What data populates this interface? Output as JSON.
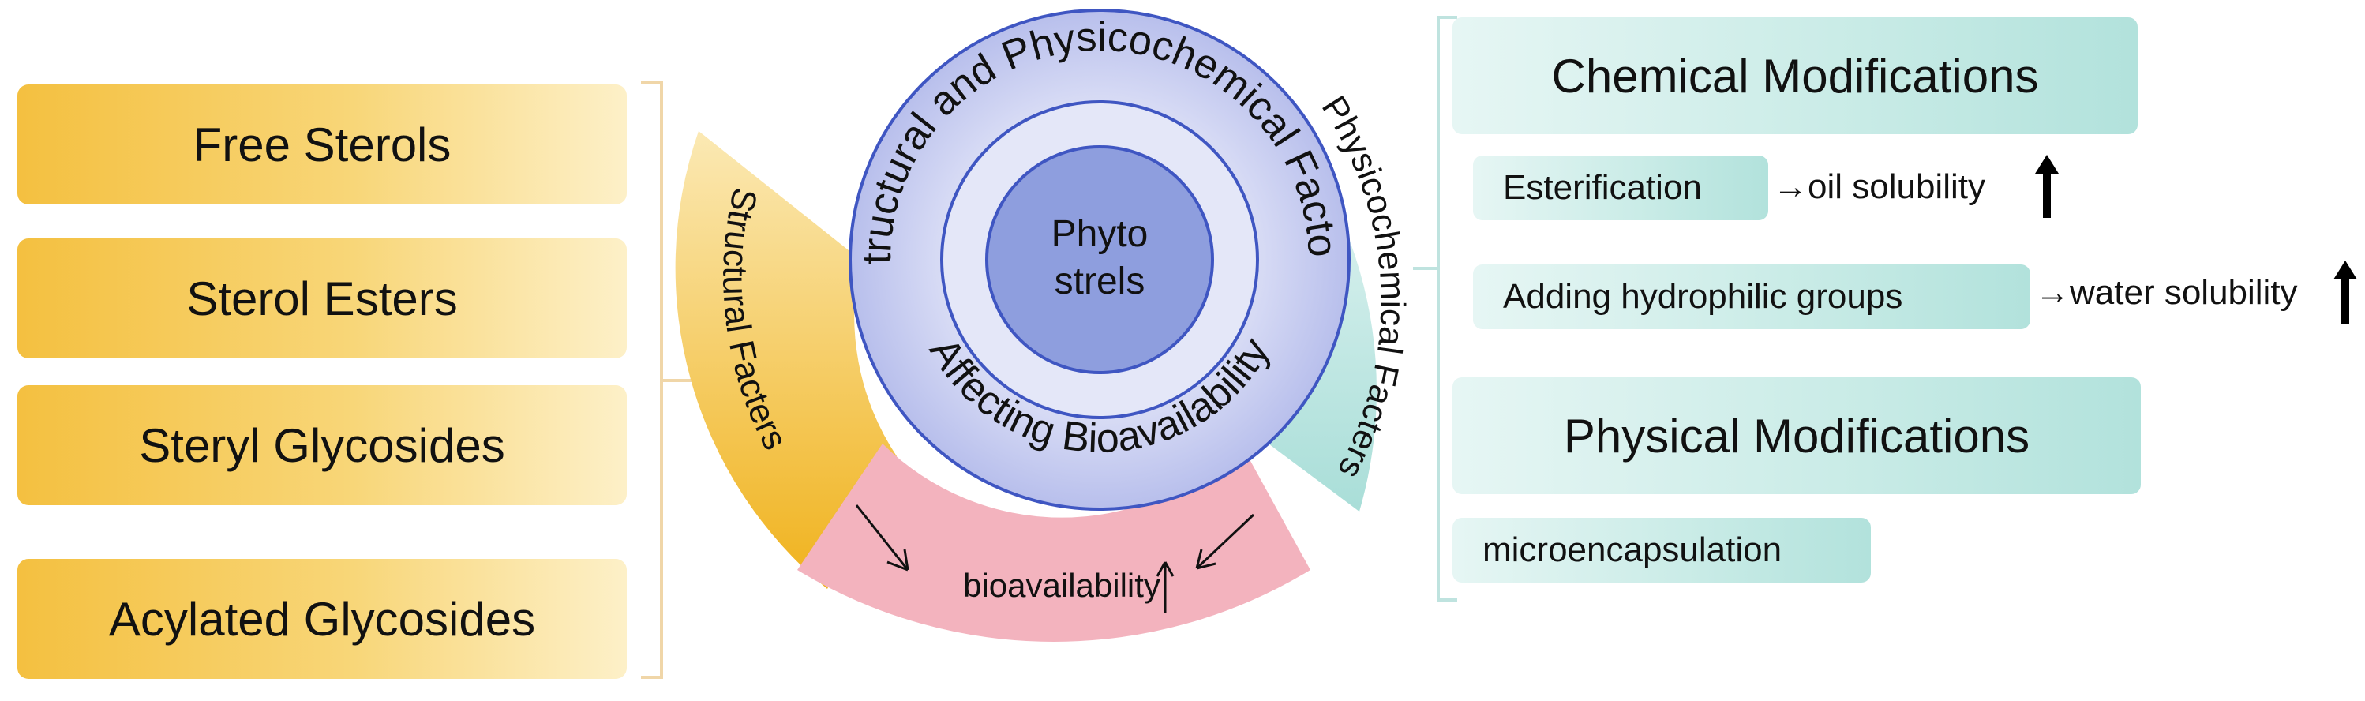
{
  "left_categories": [
    {
      "label": "Free Sterols"
    },
    {
      "label": "Sterol Esters"
    },
    {
      "label": "Steryl Glycosides"
    },
    {
      "label": "Acylated Glycosides"
    }
  ],
  "center": {
    "core_line1": "Phyto",
    "core_line2": "strels",
    "ring_top_text": "Structural and Physicochemical Factors",
    "ring_bottom_text": "Affecting Bioavailability",
    "left_arc_label": "Structural Facters",
    "right_arc_label": "Physicochemical Facters",
    "bottom_label": "bioavailability"
  },
  "right_panel": {
    "chemical": {
      "title": "Chemical Modifications",
      "items": [
        {
          "method": "Esterification",
          "effect": "oil solubility"
        },
        {
          "method": "Adding hydrophilic groups",
          "effect": "water solubility"
        }
      ]
    },
    "physical": {
      "title": "Physical Modifications",
      "items": [
        {
          "method": "microencapsulation"
        }
      ]
    }
  },
  "colors": {
    "yellow": "#f5c33b",
    "teal": "#b6e4de",
    "pink": "#f3b1bc",
    "ring_blue": "#c8cdef",
    "core_blue": "#8c9ddf",
    "ring_stroke": "#3f56c2",
    "bracket": "#f0d6a8"
  }
}
